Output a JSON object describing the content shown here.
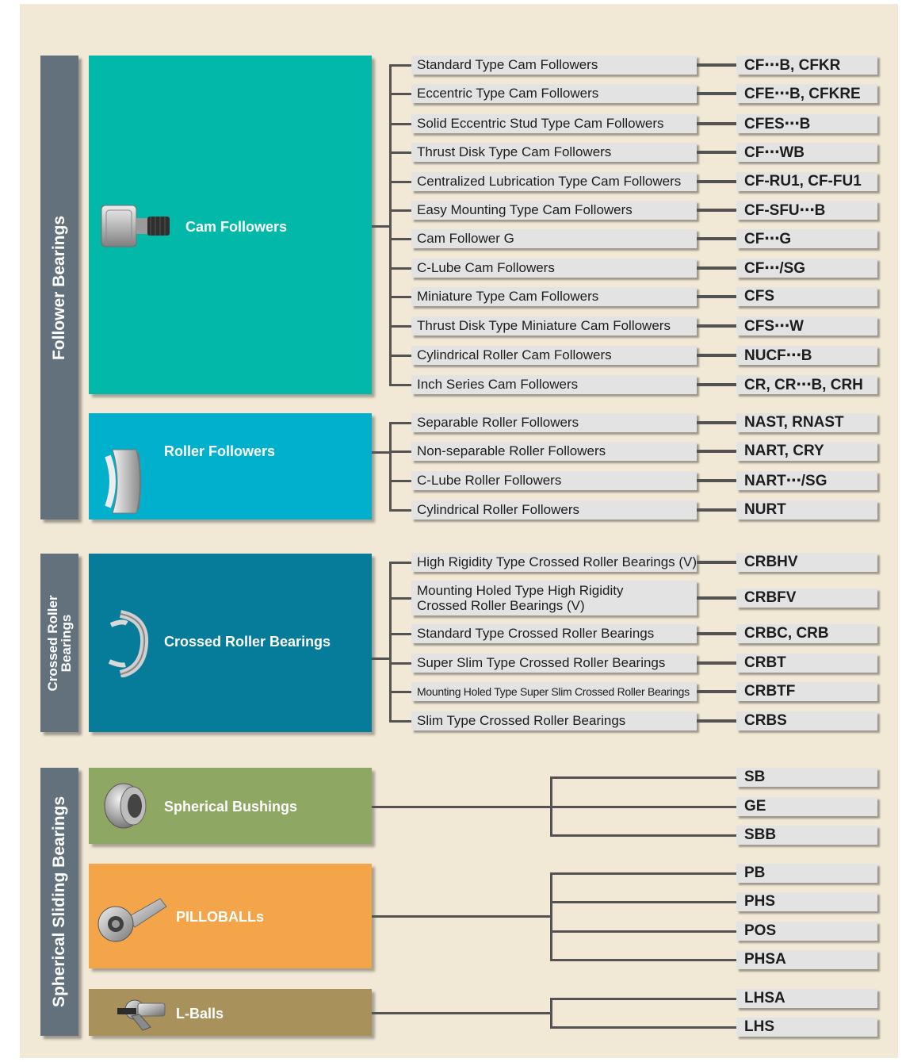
{
  "colors": {
    "background": "#f1e9d6",
    "sidebar": "#63717d",
    "cam_followers": "#02b8a8",
    "roller_followers": "#00b0cc",
    "crossed_roller": "#067c9a",
    "spherical_bushings": "#8ea763",
    "pilloballs": "#f5a549",
    "l_balls": "#a8915a",
    "item_box": "#e3e3e3",
    "connector": "#535353"
  },
  "sidebars": [
    {
      "label": "Follower Bearings"
    },
    {
      "label": "Crossed Roller Bearings"
    },
    {
      "label": "Spherical Sliding Bearings"
    }
  ],
  "categories": [
    {
      "key": "cam_followers",
      "label": "Cam Followers",
      "icon": "cam-follower-icon"
    },
    {
      "key": "roller_followers",
      "label": "Roller Followers",
      "icon": "roller-follower-icon"
    },
    {
      "key": "crossed_roller",
      "label": "Crossed Roller Bearings",
      "icon": "crossed-roller-ring-icon"
    },
    {
      "key": "spherical_bushings",
      "label": "Spherical Bushings",
      "icon": "spherical-bushing-icon"
    },
    {
      "key": "pilloballs",
      "label": "PILLOBALLs",
      "icon": "pilloball-rod-end-icon"
    },
    {
      "key": "l_balls",
      "label": "L-Balls",
      "icon": "l-ball-icon"
    }
  ],
  "products": [
    {
      "name": "Standard Type Cam Followers",
      "code": "CF⋯B, CFKR"
    },
    {
      "name": "Eccentric Type Cam Followers",
      "code": "CFE⋯B, CFKRE"
    },
    {
      "name": "Solid Eccentric Stud Type Cam Followers",
      "code": "CFES⋯B"
    },
    {
      "name": "Thrust Disk Type Cam Followers",
      "code": "CF⋯WB"
    },
    {
      "name": "Centralized Lubrication Type Cam Followers",
      "code": "CF-RU1, CF-FU1"
    },
    {
      "name": "Easy Mounting Type Cam Followers",
      "code": "CF-SFU⋯B"
    },
    {
      "name": "Cam Follower G",
      "code": "CF⋯G"
    },
    {
      "name": "C-Lube Cam Followers",
      "code": "CF⋯/SG"
    },
    {
      "name": "Miniature Type Cam Followers",
      "code": "CFS"
    },
    {
      "name": "Thrust Disk Type Miniature Cam Followers",
      "code": "CFS⋯W"
    },
    {
      "name": "Cylindrical Roller Cam Followers",
      "code": "NUCF⋯B"
    },
    {
      "name": "Inch Series Cam Followers",
      "code": "CR, CR⋯B, CRH"
    },
    {
      "name": "Separable Roller Followers",
      "code": "NAST, RNAST"
    },
    {
      "name": "Non-separable Roller Followers",
      "code": "NART, CRY"
    },
    {
      "name": "C-Lube Roller Followers",
      "code": "NART⋯/SG"
    },
    {
      "name": "Cylindrical Roller Followers",
      "code": "NURT"
    },
    {
      "name": "High Rigidity Type Crossed Roller Bearings (V)",
      "code": "CRBHV"
    },
    {
      "name": "Mounting Holed Type High Rigidity\nCrossed Roller Bearings (V)",
      "code": "CRBFV"
    },
    {
      "name": "Standard Type Crossed Roller Bearings",
      "code": "CRBC, CRB"
    },
    {
      "name": "Super Slim Type Crossed Roller Bearings",
      "code": "CRBT"
    },
    {
      "name": "Mounting Holed Type Super Slim Crossed Roller Bearings",
      "code": "CRBTF"
    },
    {
      "name": "Slim Type Crossed Roller Bearings",
      "code": "CRBS"
    }
  ],
  "codes_only": [
    {
      "code": "SB"
    },
    {
      "code": "GE"
    },
    {
      "code": "SBB"
    },
    {
      "code": "PB"
    },
    {
      "code": "PHS"
    },
    {
      "code": "POS"
    },
    {
      "code": "PHSA"
    },
    {
      "code": "LHSA"
    },
    {
      "code": "LHS"
    }
  ]
}
